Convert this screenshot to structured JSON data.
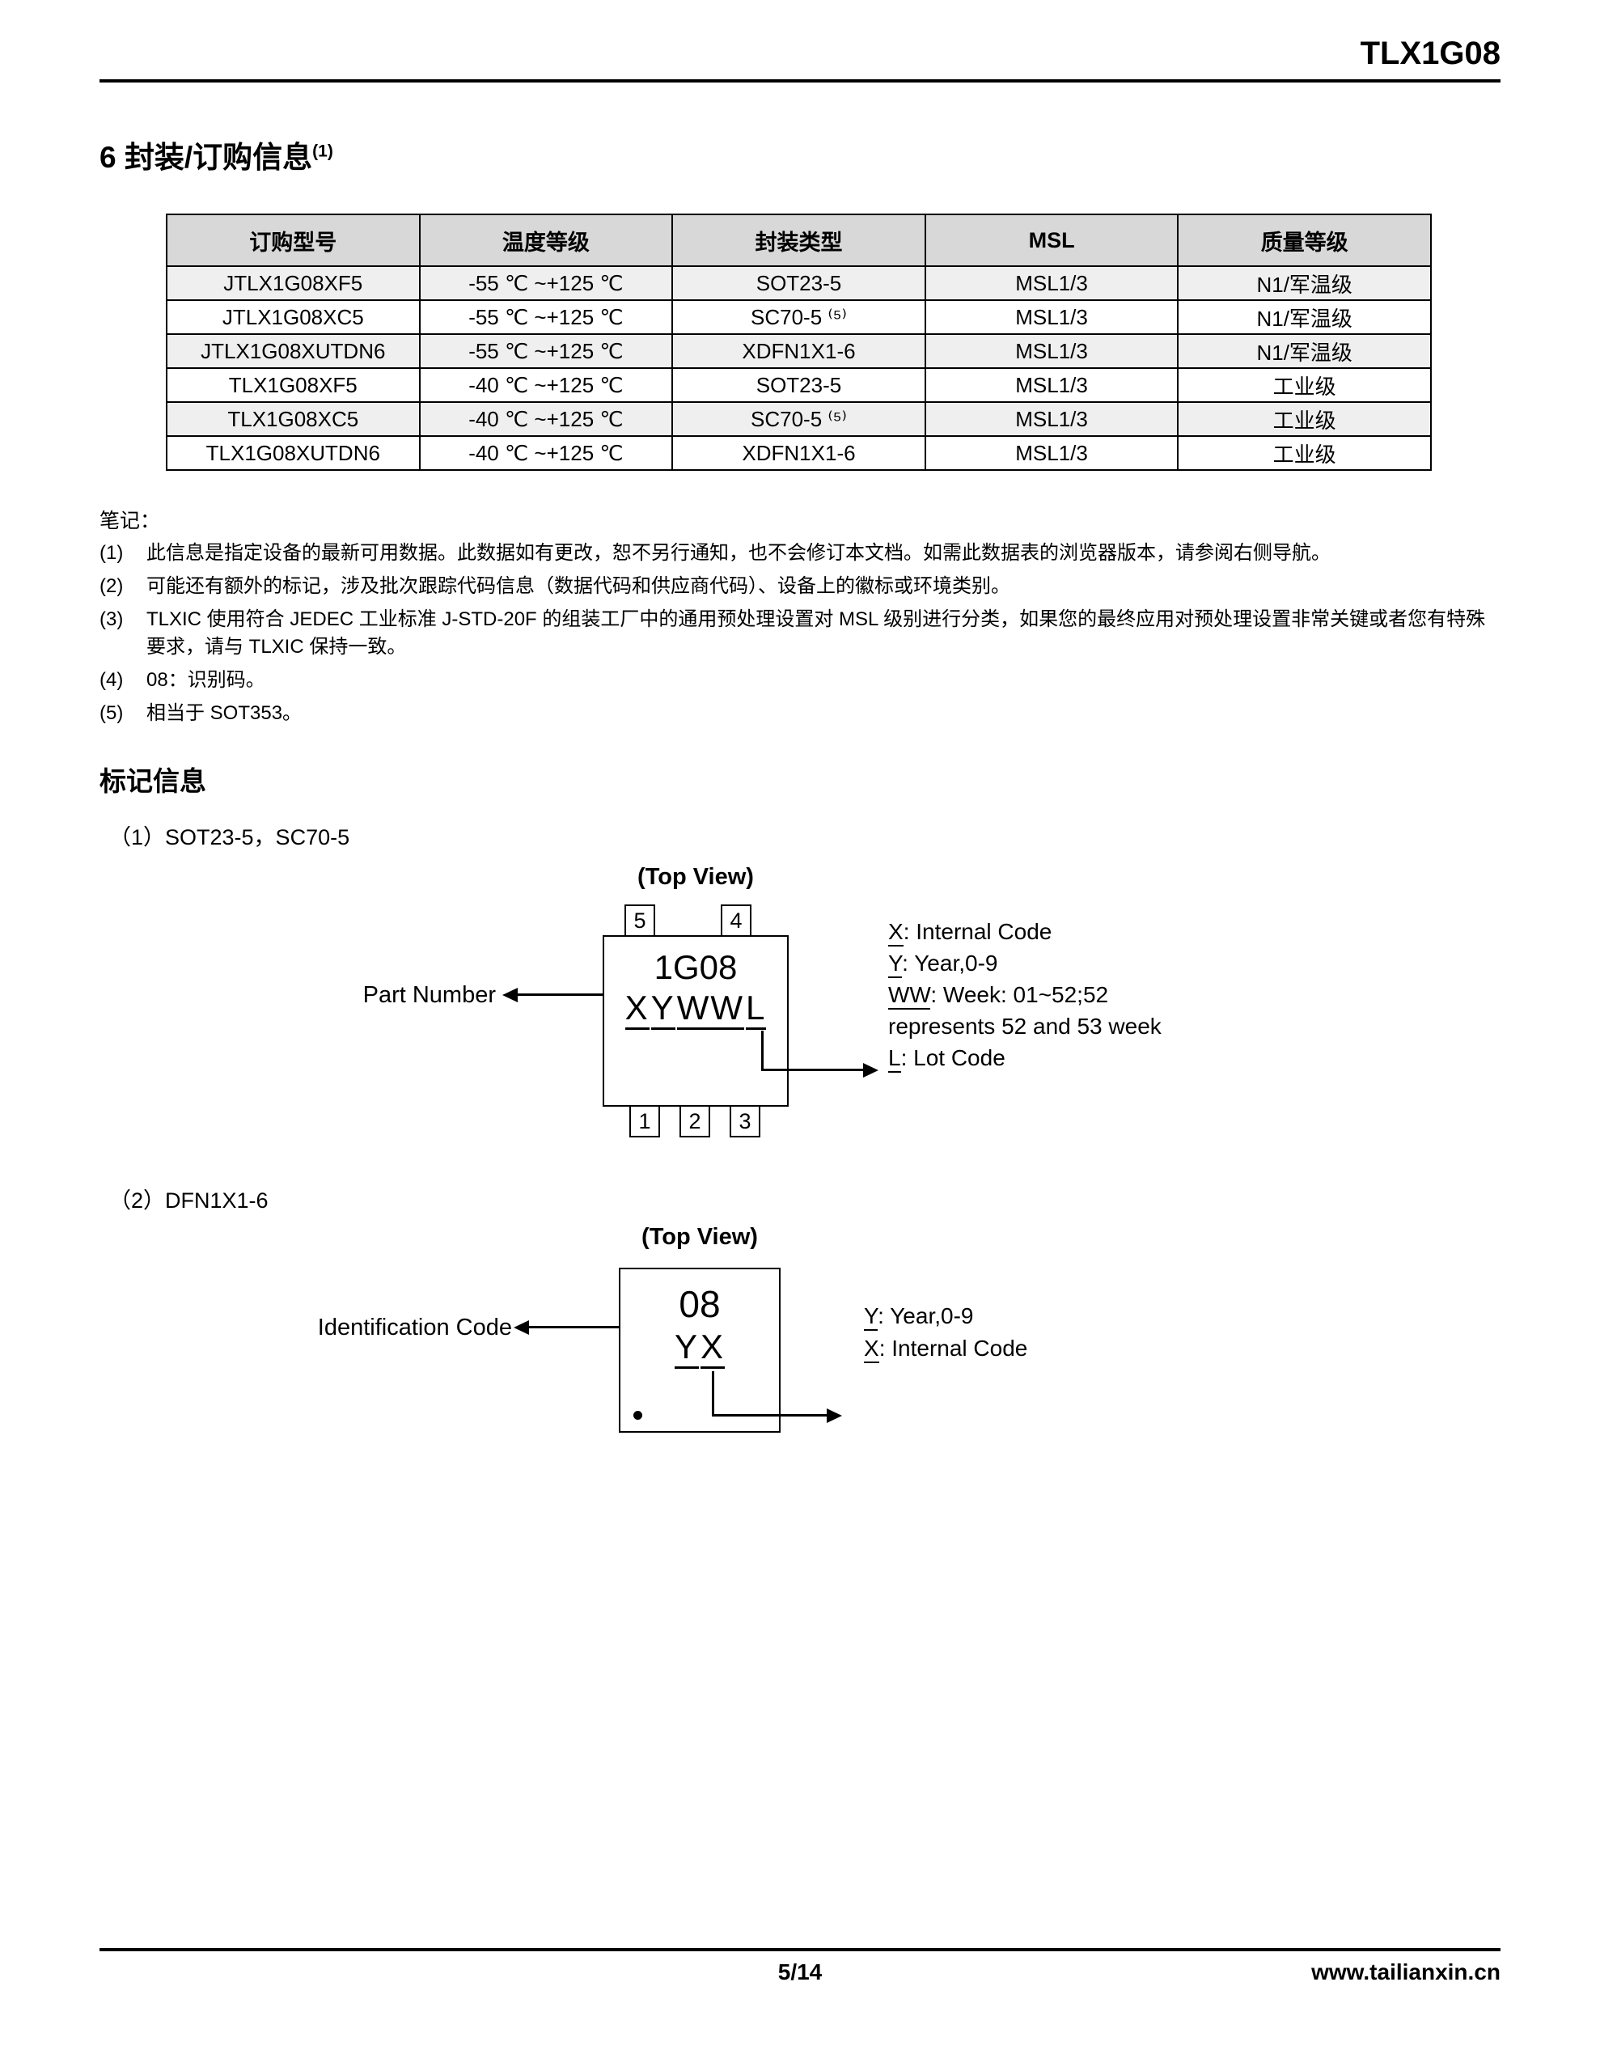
{
  "page": {
    "doc_title": "TLX1G08",
    "footer": {
      "page_number": "5/14",
      "website": "www.tailianxin.cn"
    }
  },
  "section6": {
    "heading_text": "6 封装/订购信息",
    "heading_sup": "(1)"
  },
  "order_table": {
    "headers": [
      "订购型号",
      "温度等级",
      "封装类型",
      "MSL",
      "质量等级"
    ],
    "rows": [
      [
        "JTLX1G08XF5",
        "-55 ℃ ~+125 ℃",
        "SOT23-5",
        "MSL1/3",
        "N1/军温级"
      ],
      [
        "JTLX1G08XC5",
        "-55 ℃ ~+125 ℃",
        "SC70-5 ⁽⁵⁾",
        "MSL1/3",
        "N1/军温级"
      ],
      [
        "JTLX1G08XUTDN6",
        "-55 ℃ ~+125 ℃",
        "XDFN1X1-6",
        "MSL1/3",
        "N1/军温级"
      ],
      [
        "TLX1G08XF5",
        "-40 ℃ ~+125 ℃",
        "SOT23-5",
        "MSL1/3",
        "工业级"
      ],
      [
        "TLX1G08XC5",
        "-40 ℃ ~+125 ℃",
        "SC70-5 ⁽⁵⁾",
        "MSL1/3",
        "工业级"
      ],
      [
        "TLX1G08XUTDN6",
        "-40 ℃ ~+125 ℃",
        "XDFN1X1-6",
        "MSL1/3",
        "工业级"
      ]
    ]
  },
  "notes": {
    "label": "笔记：",
    "items": [
      {
        "num": "(1)",
        "text": "此信息是指定设备的最新可用数据。此数据如有更改，恕不另行通知，也不会修订本文档。如需此数据表的浏览器版本，请参阅右侧导航。"
      },
      {
        "num": "(2)",
        "text": "可能还有额外的标记，涉及批次跟踪代码信息（数据代码和供应商代码）、设备上的徽标或环境类别。"
      },
      {
        "num": "(3)",
        "text": "TLXIC 使用符合 JEDEC 工业标准 J-STD-20F 的组装工厂中的通用预处理设置对 MSL 级别进行分类，如果您的最终应用对预处理设置非常关键或者您有特殊要求，请与 TLXIC 保持一致。"
      },
      {
        "num": "(4)",
        "text": "08：识别码。"
      },
      {
        "num": "(5)",
        "text": "相当于 SOT353。"
      }
    ]
  },
  "marking": {
    "title": "标记信息",
    "item1_label": "（1）SOT23-5，SC70-5",
    "item2_label": "（2）DFN1X1-6",
    "sot": {
      "top_view": "(Top View)",
      "part_number_label": "Part Number",
      "line1": "1G08",
      "line2_segments": [
        "X",
        "Y",
        "WW",
        "L"
      ],
      "pins_top": [
        "5",
        "4"
      ],
      "pins_bottom": [
        "1",
        "2",
        "3"
      ],
      "legend": [
        {
          "key": "X",
          "text": ": Internal Code"
        },
        {
          "key": "Y",
          "text": ": Year,0-9"
        },
        {
          "key": "WW",
          "text": ": Week: 01~52;52"
        },
        {
          "key": "",
          "text": "represents 52 and 53 week"
        },
        {
          "key": "L",
          "text": ": Lot Code"
        }
      ]
    },
    "dfn": {
      "top_view": "(Top View)",
      "id_code_label": "Identification Code",
      "line1": "08",
      "line2_segments": [
        "Y",
        "X"
      ],
      "legend": [
        {
          "key": "Y",
          "text": ": Year,0-9"
        },
        {
          "key": "X",
          "text": ": Internal Code"
        }
      ]
    }
  }
}
